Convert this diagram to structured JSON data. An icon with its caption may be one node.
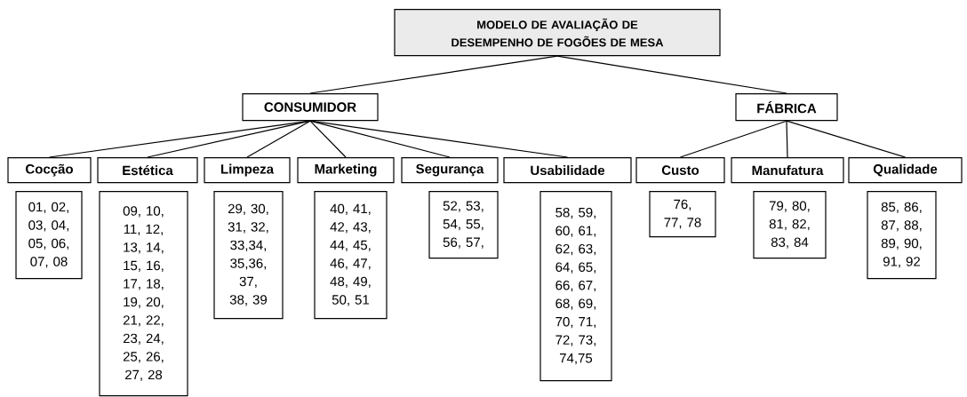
{
  "diagram": {
    "nodes": [
      {
        "text": [
          "MODELO DE AVALIAÇÃO DE DESEMPENHO DE FOGÕES DE MESA"
        ]
      },
      {
        "text": [
          "CONSUMIDOR"
        ]
      },
      {
        "text": [
          "FÁBRICA"
        ]
      },
      {
        "text": [
          "Cocção"
        ]
      },
      {
        "text": [
          "Estética"
        ]
      },
      {
        "text": [
          "Limpeza"
        ]
      },
      {
        "text": [
          "Marketing"
        ]
      },
      {
        "text": [
          "Segurança"
        ]
      },
      {
        "text": [
          "Usabilidade"
        ]
      },
      {
        "text": [
          "Custo"
        ]
      },
      {
        "text": [
          "Manufatura"
        ]
      },
      {
        "text": [
          "Qualidade"
        ]
      },
      {
        "text": [
          "01, 02, 03, 04, 05, 06, 07, 08"
        ]
      },
      {
        "text": [
          "09, 10, 11, 12, 13, 14, 15, 16, 17, 18, 19, 20, 21, 22, 23, 24, 25, 26, 27, 28"
        ]
      },
      {
        "text": [
          "29, 30, 31, 32, 33,34, 35,36, 37, 38, 39"
        ]
      },
      {
        "text": [
          "40, 41, 42, 43, 44, 45, 46, 47, 48, 49, 50, 51"
        ]
      },
      {
        "text": [
          "52, 53, 54, 55, 56, 57,"
        ]
      },
      {
        "text": [
          "58, 59, 60, 61, 62, 63, 64, 65, 66, 67, 68, 69, 70, 71, 72, 73, 74,75"
        ]
      },
      {
        "text": [
          "76, 77, 78"
        ]
      },
      {
        "text": [
          "79, 80, 81, 82, 83, 84"
        ]
      },
      {
        "text": [
          "85, 86, 87, 88, 89, 90, 91, 92"
        ]
      }
    ],
    "edges": [
      {
        "from": 0,
        "to": 1,
        "arrow": "none"
      },
      {
        "from": 0,
        "to": 2,
        "arrow": "none"
      },
      {
        "from": 1,
        "to": 3,
        "arrow": "none"
      },
      {
        "from": 1,
        "to": 4,
        "arrow": "none"
      },
      {
        "from": 1,
        "to": 5,
        "arrow": "none"
      },
      {
        "from": 1,
        "to": 6,
        "arrow": "none"
      },
      {
        "from": 1,
        "to": 7,
        "arrow": "none"
      },
      {
        "from": 1,
        "to": 8,
        "arrow": "none"
      },
      {
        "from": 2,
        "to": 9,
        "arrow": "none"
      },
      {
        "from": 2,
        "to": 10,
        "arrow": "none"
      },
      {
        "from": 2,
        "to": 11,
        "arrow": "none"
      }
    ]
  }
}
